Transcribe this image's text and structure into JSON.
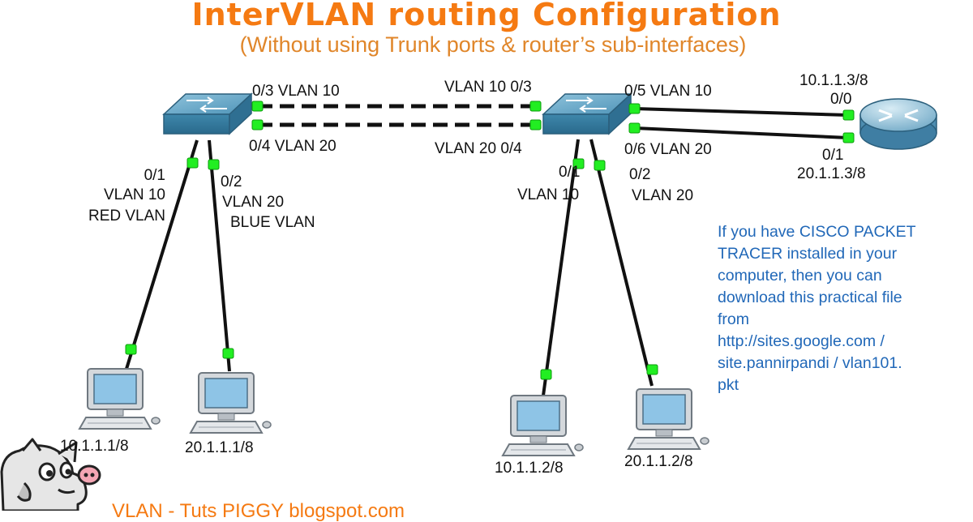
{
  "title": "InterVLAN routing Configuration",
  "subtitle": "(Without using Trunk ports & router’s sub-interfaces)",
  "colors": {
    "title": "#f57a12",
    "subtitle": "#e0862a",
    "link_port": "#22ee22",
    "info_text": "#2168b8",
    "device": "#4a8fb0"
  },
  "switch_left": {
    "port_03": "0/3 VLAN 10",
    "port_04": "0/4  VLAN 20",
    "port_01_lines": [
      "0/1",
      "VLAN 10",
      "RED VLAN"
    ],
    "port_02_lines": [
      "0/2",
      "VLAN 20",
      "BLUE VLAN"
    ]
  },
  "switch_right": {
    "port_03": "VLAN 10  0/3",
    "port_04": "VLAN 20  0/4",
    "port_05": "0/5 VLAN 10",
    "port_06": "0/6  VLAN 20",
    "port_01_lines": [
      "0/1",
      "VLAN 10"
    ],
    "port_02_lines": [
      "0/2",
      "VLAN 20"
    ]
  },
  "router": {
    "if_00_ip": "10.1.1.3/8",
    "if_00_name": "0/0",
    "if_01_name": "0/1",
    "if_01_ip": "20.1.1.3/8"
  },
  "pcs": [
    {
      "ip": "10.1.1.1/8"
    },
    {
      "ip": "20.1.1.1/8"
    },
    {
      "ip": "10.1.1.2/8"
    },
    {
      "ip": "20.1.1.2/8"
    }
  ],
  "info_lines": [
    "If you have CISCO PACKET",
    "TRACER installed in your",
    "computer, then you can",
    "download this practical file",
    "from",
    "http://sites.google.com /",
    "site.pannirpandi  / vlan101.",
    "pkt"
  ],
  "footer": "VLAN - Tuts PIGGY blogspot.com"
}
